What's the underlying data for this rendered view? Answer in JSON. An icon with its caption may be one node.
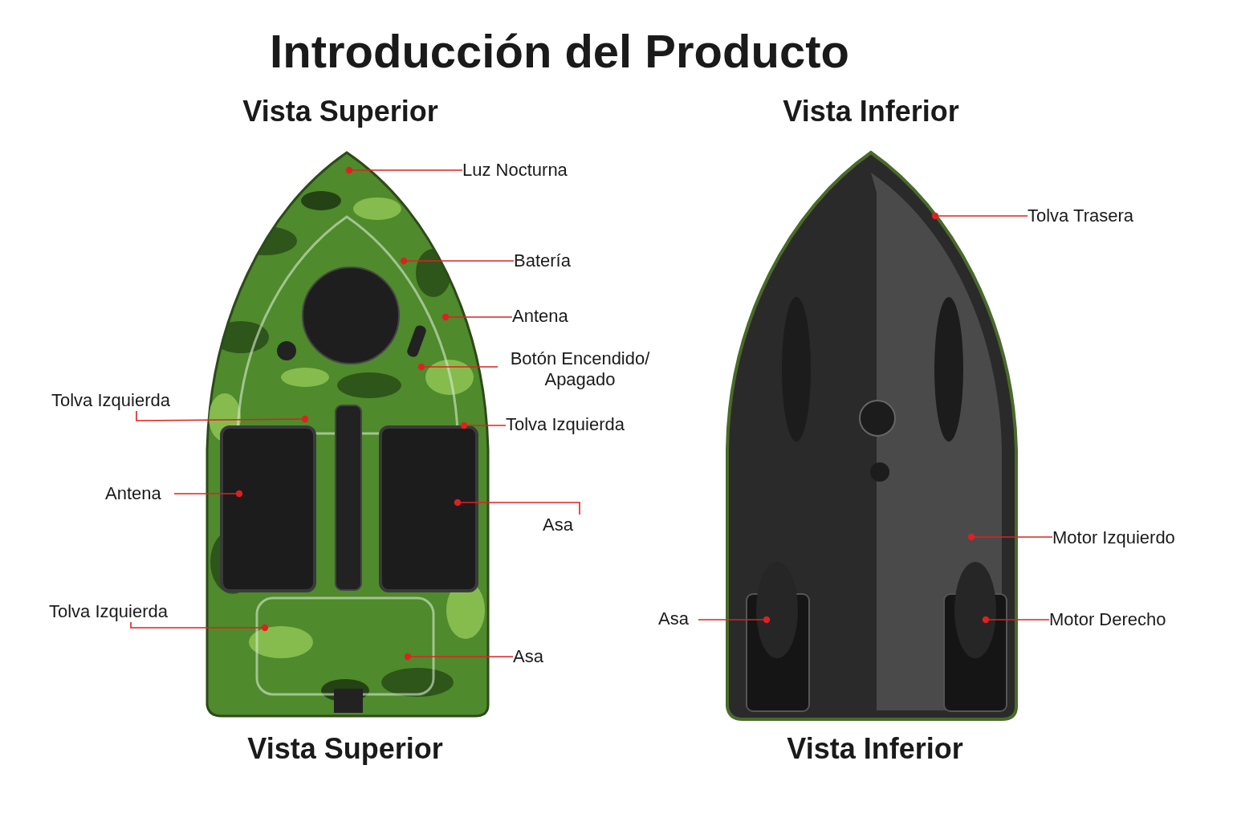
{
  "diagram": {
    "title": "Introducción del Producto",
    "nodes": [
      {
        "text": [
          "Luz Nocturna"
        ]
      },
      {
        "text": [
          "Batería"
        ]
      },
      {
        "text": [
          "Antena"
        ]
      },
      {
        "text": [
          "Botón Encendido/ Apagado"
        ]
      },
      {
        "text": [
          "Tolva Izquierda"
        ]
      },
      {
        "text": [
          "Tolva Izquierda"
        ]
      },
      {
        "text": [
          "Antena"
        ]
      },
      {
        "text": [
          "Asa"
        ]
      },
      {
        "text": [
          "Tolva Izquierda"
        ]
      },
      {
        "text": [
          "Asa"
        ]
      },
      {
        "text": [
          "Tolva Trasera"
        ]
      },
      {
        "text": [
          "Motor Izquierdo"
        ]
      },
      {
        "text": [
          "Asa"
        ]
      },
      {
        "text": [
          "Motor Derecho"
        ]
      }
    ],
    "edges": [
      {
        "from": 0,
        "to": null,
        "arrow": "other"
      },
      {
        "from": 1,
        "to": null,
        "arrow": "other"
      },
      {
        "from": 2,
        "to": null,
        "arrow": "other"
      },
      {
        "from": 3,
        "to": null,
        "arrow": "other"
      },
      {
        "from": 4,
        "to": null,
        "arrow": "other"
      },
      {
        "from": 5,
        "to": null,
        "arrow": "other"
      },
      {
        "from": 6,
        "to": null,
        "arrow": "other"
      },
      {
        "from": 7,
        "to": null,
        "arrow": "other"
      },
      {
        "from": 8,
        "to": null,
        "arrow": "other"
      },
      {
        "from": 9,
        "to": null,
        "arrow": "other"
      },
      {
        "from": 10,
        "to": null,
        "arrow": "other"
      },
      {
        "from": 11,
        "to": null,
        "arrow": "other"
      },
      {
        "from": 12,
        "to": null,
        "arrow": "other"
      },
      {
        "from": 13,
        "to": null,
        "arrow": "other"
      }
    ],
    "labels": [
      "Vista Superior",
      "Vista Inferior",
      "Vista Superior",
      "Vista Inferior"
    ]
  }
}
